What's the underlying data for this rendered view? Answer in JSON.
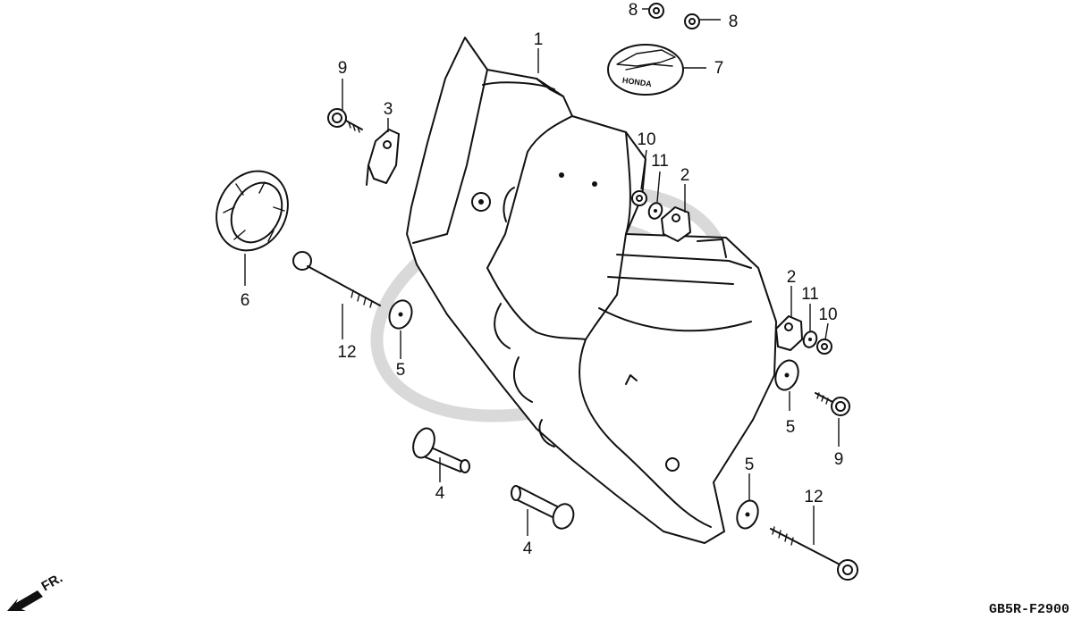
{
  "diagram": {
    "drawing_code": "GB5R-F2900",
    "front_indicator": "FR.",
    "emblem_text": "HONDA",
    "colors": {
      "line": "#111111",
      "watermark": "#d9d9d9",
      "background": "#ffffff"
    },
    "callouts": [
      {
        "id": "c1a",
        "label": "1"
      },
      {
        "id": "c2a",
        "label": "2"
      },
      {
        "id": "c2b",
        "label": "2"
      },
      {
        "id": "c3a",
        "label": "3"
      },
      {
        "id": "c4a",
        "label": "4"
      },
      {
        "id": "c4b",
        "label": "4"
      },
      {
        "id": "c5a",
        "label": "5"
      },
      {
        "id": "c5b",
        "label": "5"
      },
      {
        "id": "c5c",
        "label": "5"
      },
      {
        "id": "c6a",
        "label": "6"
      },
      {
        "id": "c7a",
        "label": "7"
      },
      {
        "id": "c8a",
        "label": "8"
      },
      {
        "id": "c8b",
        "label": "8"
      },
      {
        "id": "c9a",
        "label": "9"
      },
      {
        "id": "c9b",
        "label": "9"
      },
      {
        "id": "c10a",
        "label": "10"
      },
      {
        "id": "c10b",
        "label": "10"
      },
      {
        "id": "c11a",
        "label": "11"
      },
      {
        "id": "c11b",
        "label": "11"
      },
      {
        "id": "c12a",
        "label": "12"
      },
      {
        "id": "c12b",
        "label": "12"
      }
    ]
  }
}
